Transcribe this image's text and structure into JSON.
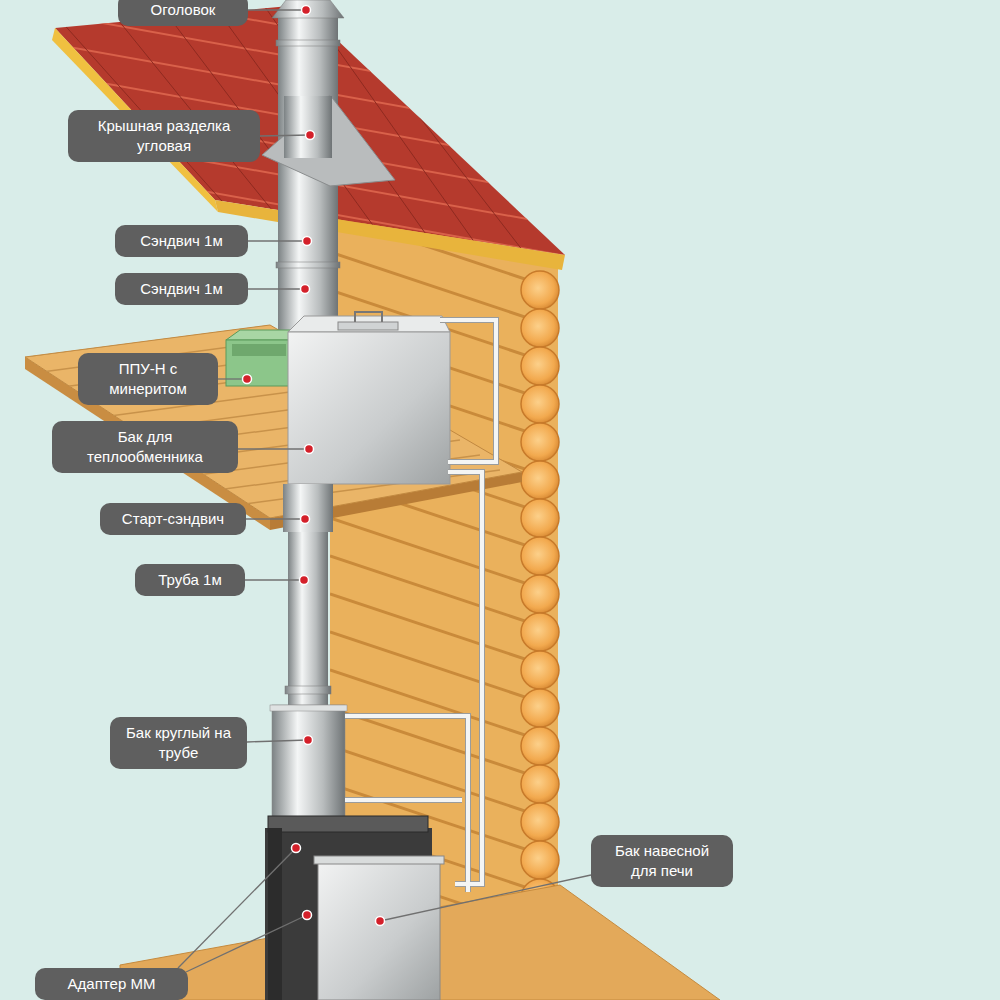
{
  "diagram": {
    "nodes": [
      {
        "text": [
          "Оголовок"
        ]
      },
      {
        "text": [
          "Крышная разделка угловая"
        ]
      },
      {
        "text": [
          "Сэндвич 1м"
        ]
      },
      {
        "text": [
          "Сэндвич 1м"
        ]
      },
      {
        "text": [
          "ППУ-Н с минеритом"
        ]
      },
      {
        "text": [
          "Бак для теплообменника"
        ]
      },
      {
        "text": [
          "Старт-сэндвич"
        ]
      },
      {
        "text": [
          "Труба 1м"
        ]
      },
      {
        "text": [
          "Бак круглый на трубе"
        ]
      },
      {
        "text": [
          "Бак навесной для печи"
        ]
      },
      {
        "text": [
          "Адаптер ММ"
        ]
      }
    ]
  }
}
